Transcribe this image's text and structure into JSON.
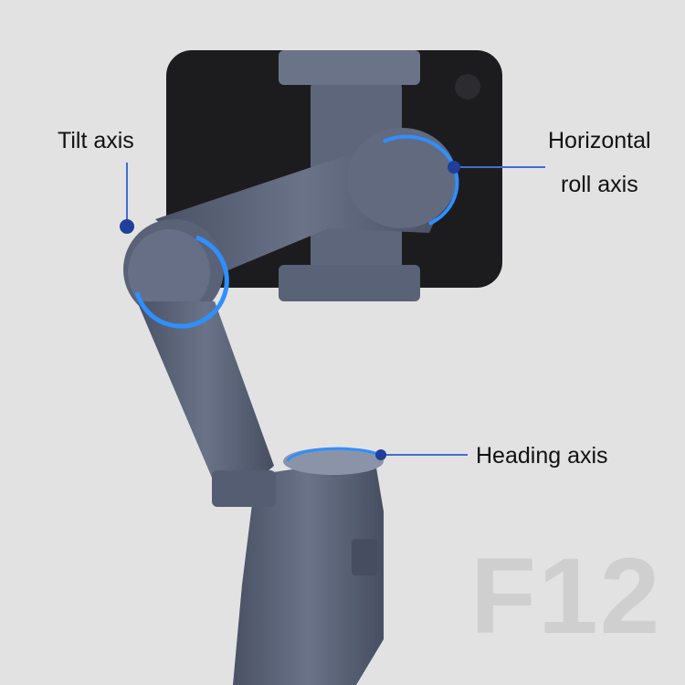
{
  "labels": {
    "tilt": "Tilt axis",
    "roll_line1": "Horizontal",
    "roll_line2": "roll axis",
    "heading": "Heading axis"
  },
  "model": "F12",
  "colors": {
    "background": "#e2e2e2",
    "gimbal": "#5a6277",
    "phone": "#1c1c1e",
    "callout": "#1f3f9a",
    "arrow": "#2f8fff",
    "watermark": "#cfcfcf"
  }
}
